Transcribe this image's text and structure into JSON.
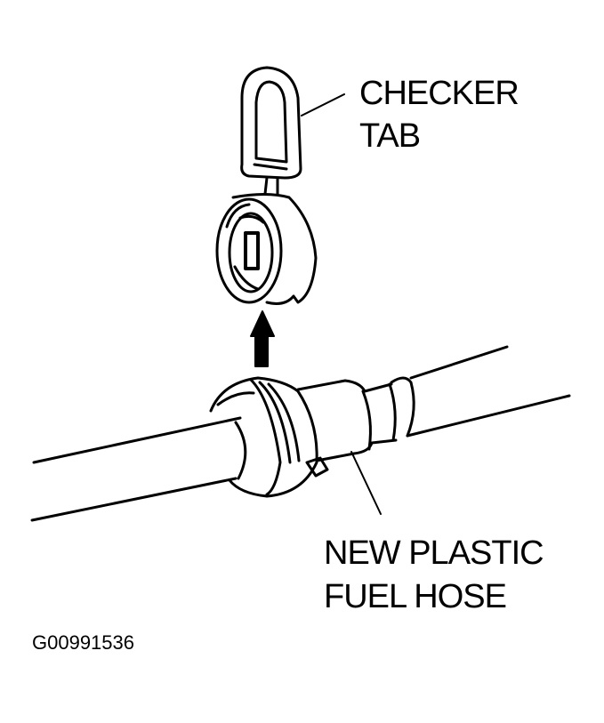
{
  "diagram": {
    "labels": {
      "checker_tab_line1": "CHECKER",
      "checker_tab_line2": "TAB",
      "hose_line1": "NEW PLASTIC",
      "hose_line2": "FUEL HOSE"
    },
    "figure_id": "G00991536",
    "colors": {
      "ink": "#000000",
      "background": "#ffffff"
    }
  }
}
